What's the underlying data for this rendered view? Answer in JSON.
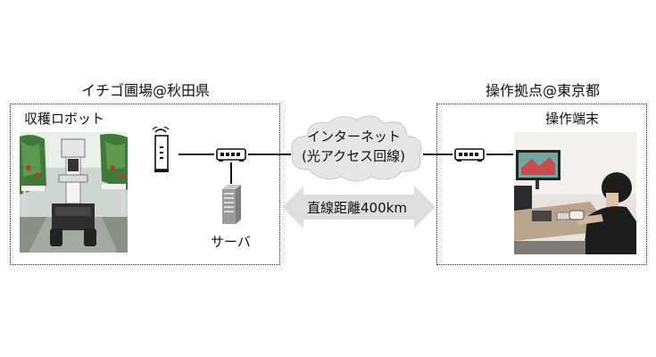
{
  "farm_site": {
    "title": "イチゴ圃場@秋田県",
    "robot_label": "収穫ロボット",
    "server_label": "サーバ"
  },
  "operation_site": {
    "title": "操作拠点@東京都",
    "terminal_label": "操作端末"
  },
  "network": {
    "cloud_line1": "インターネット",
    "cloud_line2": "(光アクセス回線)",
    "distance_label": "直線距離400km"
  },
  "icons": {
    "router": "wifi-router-icon",
    "switch": "network-switch-icon",
    "server": "server-icon"
  },
  "colors": {
    "cloud_fill": "#e6e6e6",
    "arrow_fill": "#dedede",
    "border": "#222222",
    "photo_ground": "#8a8f88",
    "strawberry_leaf": "#3f7a3a"
  }
}
